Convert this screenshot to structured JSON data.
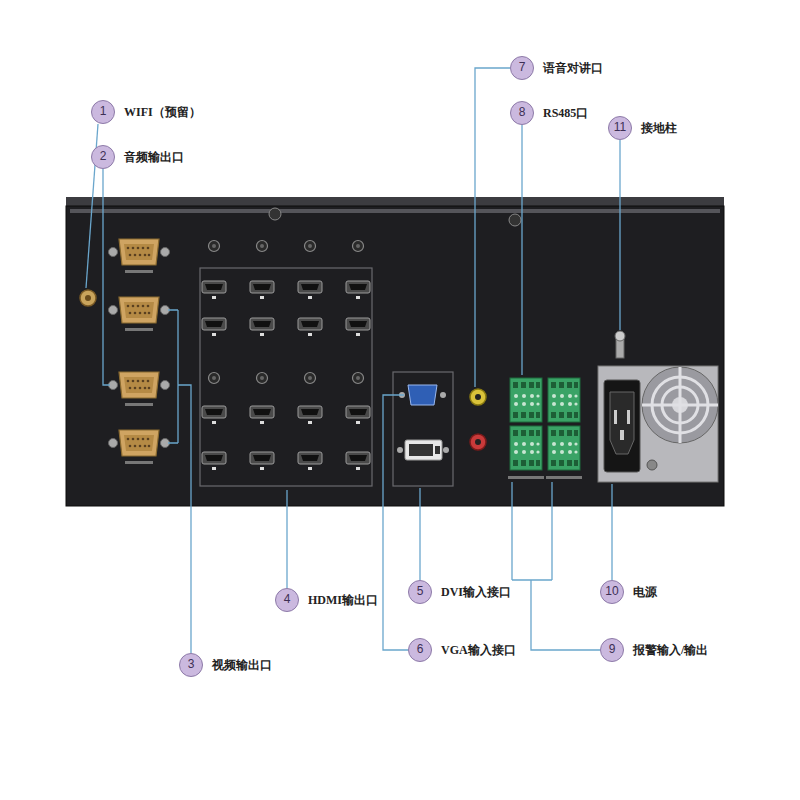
{
  "diagram": {
    "nodes": [
      {
        "text": [
          "1",
          "WIFI（预留）"
        ]
      },
      {
        "text": [
          "2",
          "音频输出口"
        ]
      },
      {
        "text": [
          "3",
          "视频输出口"
        ]
      },
      {
        "text": [
          "4",
          "HDMI输出口"
        ]
      },
      {
        "text": [
          "5",
          "DVI输入接口"
        ]
      },
      {
        "text": [
          "6",
          "VGA输入接口"
        ]
      },
      {
        "text": [
          "7",
          "语音对讲口"
        ]
      },
      {
        "text": [
          "8",
          "RS485口"
        ]
      },
      {
        "text": [
          "9",
          "报警输入/输出"
        ]
      },
      {
        "text": [
          "10",
          "电源"
        ]
      },
      {
        "text": [
          "11",
          "接地柱"
        ]
      }
    ]
  }
}
